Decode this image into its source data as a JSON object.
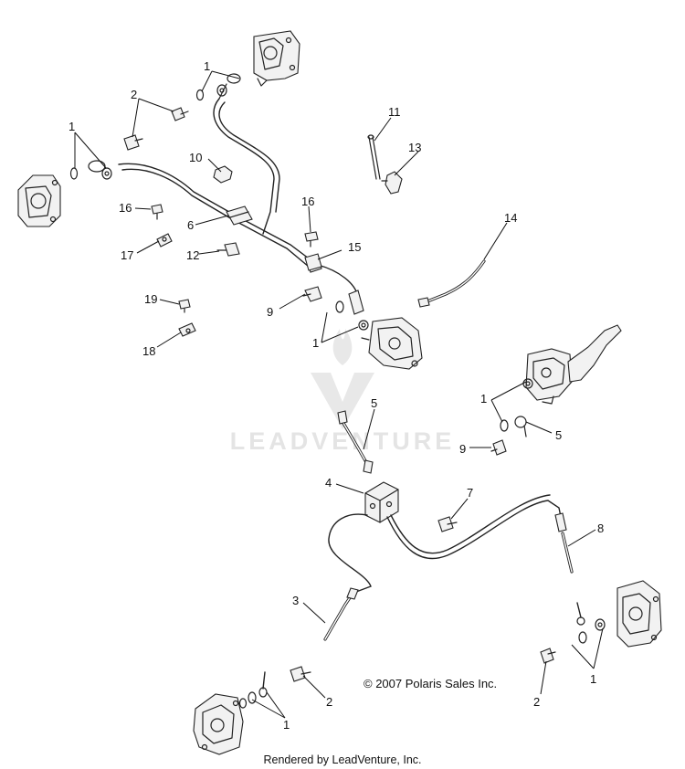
{
  "watermark": {
    "text": "LEADVENTURE"
  },
  "copyright": "© 2007 Polaris Sales Inc.",
  "footer": "Rendered by LeadVenture, Inc.",
  "callouts": [
    {
      "id": "c1a",
      "label": "1"
    },
    {
      "id": "c2a",
      "label": "2"
    },
    {
      "id": "c1b",
      "label": "1"
    },
    {
      "id": "c10",
      "label": "10"
    },
    {
      "id": "c16a",
      "label": "16"
    },
    {
      "id": "c6",
      "label": "6"
    },
    {
      "id": "c17",
      "label": "17"
    },
    {
      "id": "c12",
      "label": "12"
    },
    {
      "id": "c16b",
      "label": "16"
    },
    {
      "id": "c15",
      "label": "15"
    },
    {
      "id": "c11",
      "label": "11"
    },
    {
      "id": "c13",
      "label": "13"
    },
    {
      "id": "c14",
      "label": "14"
    },
    {
      "id": "c19",
      "label": "19"
    },
    {
      "id": "c9a",
      "label": "9"
    },
    {
      "id": "c18",
      "label": "18"
    },
    {
      "id": "c1c",
      "label": "1"
    },
    {
      "id": "c5a",
      "label": "5"
    },
    {
      "id": "c1d",
      "label": "1"
    },
    {
      "id": "c5b",
      "label": "5"
    },
    {
      "id": "c9b",
      "label": "9"
    },
    {
      "id": "c4",
      "label": "4"
    },
    {
      "id": "c7",
      "label": "7"
    },
    {
      "id": "c8",
      "label": "8"
    },
    {
      "id": "c3",
      "label": "3"
    },
    {
      "id": "c2b",
      "label": "2"
    },
    {
      "id": "c1e",
      "label": "1"
    },
    {
      "id": "c2c",
      "label": "2"
    },
    {
      "id": "c1f",
      "label": "1"
    }
  ]
}
